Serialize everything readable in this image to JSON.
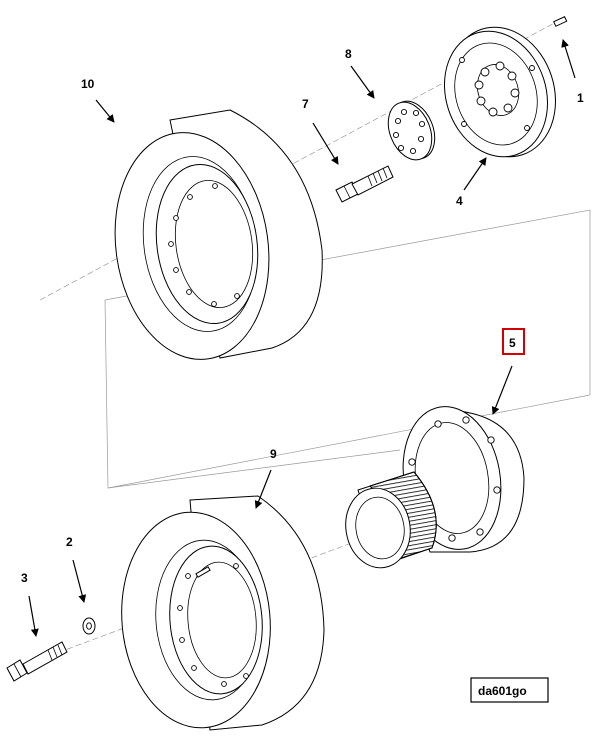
{
  "callouts": {
    "c1": "1",
    "c2": "2",
    "c3": "3",
    "c4": "4",
    "c5": "5",
    "c7": "7",
    "c8": "8",
    "c9": "9",
    "c10": "10"
  },
  "highlighted_callout": "5",
  "highlight_color": "#d00000",
  "drawing_reference": "da601go"
}
